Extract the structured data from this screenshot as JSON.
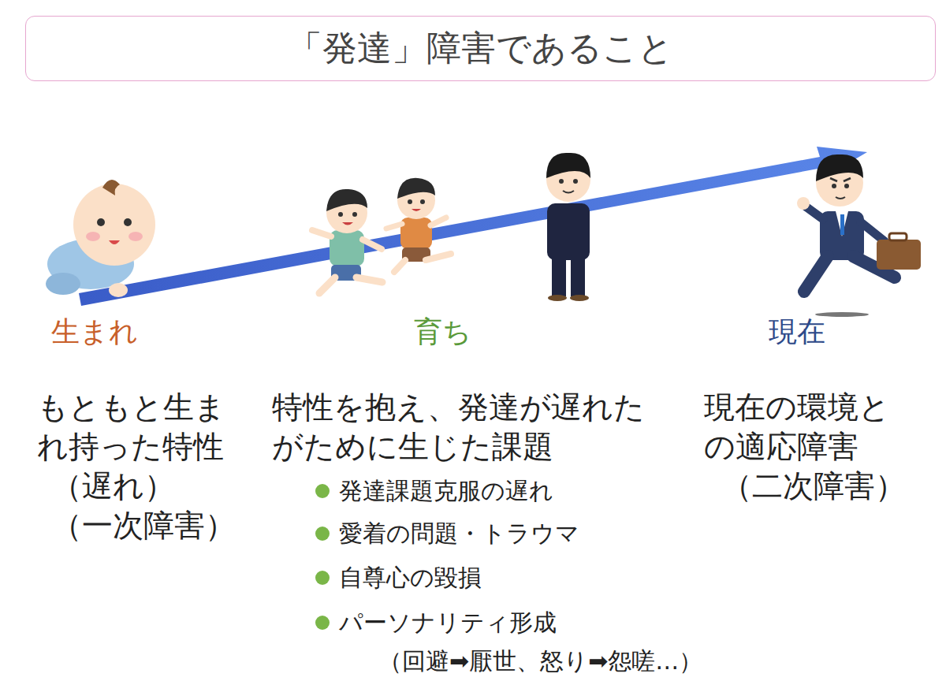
{
  "diagram": {
    "title": "「発達」障害であること",
    "labels": [
      "生まれ",
      "育ち",
      "現在",
      "もともと生まれ持った特性",
      "（遅れ）",
      "（一次障害）",
      "特性を抱え、発達が遅れたがために生じた課題",
      "発達課題克服の遅れ",
      "愛着の問題・トラウマ",
      "自尊心の毀損",
      "パーソナリティ形成",
      "（回避➡厭世、怒り➡怨嗟…）",
      "現在の環境との適応障害",
      "（二次障害）"
    ]
  }
}
